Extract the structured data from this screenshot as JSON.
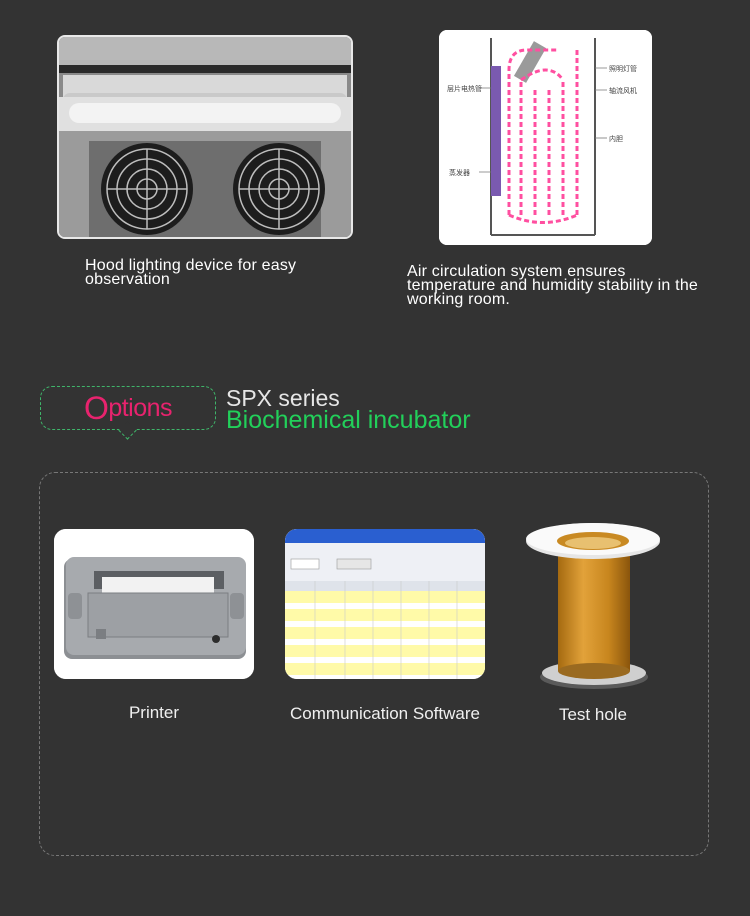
{
  "features": [
    {
      "caption": "Hood lighting device for easy observation"
    },
    {
      "caption": "Air circulation system ensures temperature and humidity stability in the working room."
    }
  ],
  "diagram": {
    "labels": [
      "照明灯管",
      "轴流风机",
      "内胆",
      "层片电热管",
      "蒸发器"
    ]
  },
  "options": {
    "title_first": "O",
    "title_rest": "ptions",
    "series": "SPX series",
    "product": "Biochemical incubator",
    "items": [
      {
        "label": "Printer"
      },
      {
        "label": "Communication Software"
      },
      {
        "label": "Test hole"
      }
    ]
  },
  "colors": {
    "background": "#333333",
    "accent_pink": "#e8236e",
    "accent_green": "#22d05a",
    "dash_green": "#3fb56a"
  }
}
